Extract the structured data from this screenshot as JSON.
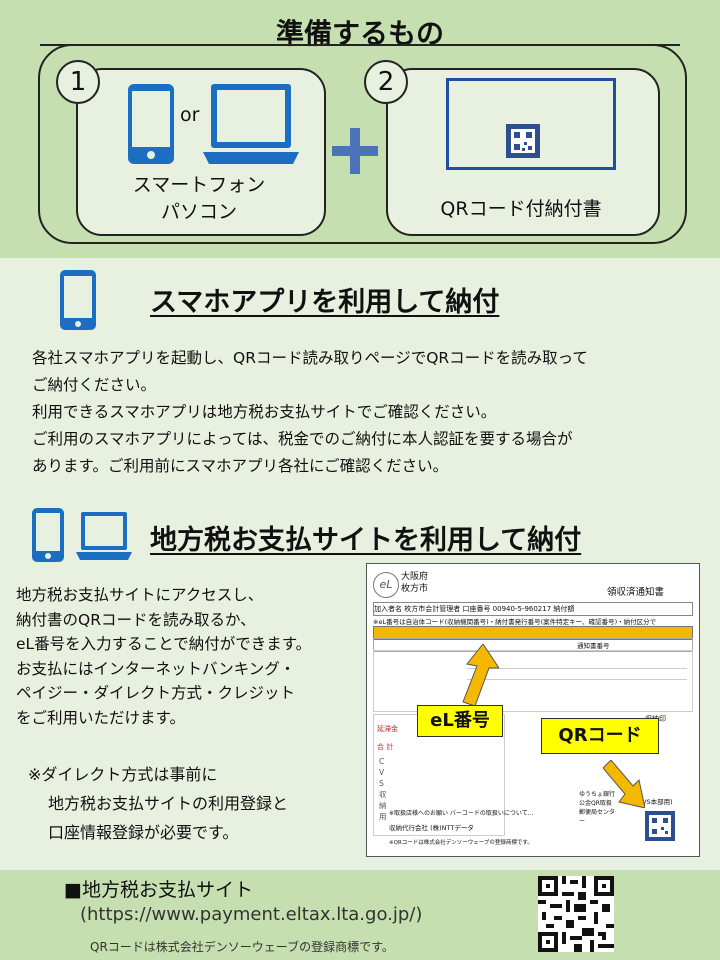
{
  "header": {
    "title": "準備するもの"
  },
  "prepare": {
    "item1": {
      "number": "1",
      "or": "or",
      "label_line1": "スマートフォン",
      "label_line2": "パソコン"
    },
    "item2": {
      "number": "2",
      "label": "QRコード付納付書"
    },
    "plus": "+"
  },
  "app_section": {
    "title": "スマホアプリを利用して納付",
    "lines": [
      "各社スマホアプリを起動し、QRコード読み取りページでQRコードを読み取って",
      "ご納付ください。",
      "利用できるスマホアプリは地方税お支払サイトでご確認ください。",
      "ご利用のスマホアプリによっては、税金でのご納付に本人認証を要する場合が",
      "あります。ご利用前にスマホアプリ各社にご確認ください。"
    ]
  },
  "site_section": {
    "title": "地方税お支払サイトを利用して納付",
    "lines": [
      "地方税お支払サイトにアクセスし、",
      "納付書のQRコードを読み取るか、",
      "eL番号を入力することで納付ができます。",
      "お支払にはインターネットバンキング・",
      "ペイジー・ダイレクト方式・クレジット",
      "をご利用いただけます。"
    ],
    "note_lines": [
      "※ダイレクト方式は事前に",
      "地方税お支払サイトの利用登録と",
      "口座情報登録が必要です。"
    ]
  },
  "notice": {
    "logo": "eL",
    "city_line1": "大阪府",
    "city_line2": "枚方市",
    "doc_title": "領収済通知書",
    "account_row": "加入者名 枚方市会計管理者 口座番号 00940-5-960217 納付額",
    "el_row": "※eL番号は自治体コード(収納機関番号)・納付書発行番号(案件特定キー、確認番号)・納付区分で",
    "notice_no": "通知書番号",
    "row_label_1": "延滞金",
    "row_label_2": "合 計",
    "side_text": "C V S 収 納 用",
    "cvs_label": "(CVS本部用)",
    "stamp_label": "収納印",
    "bank_label": "ゆうちょ銀行 公金QR取扱 郵便局センター",
    "fine_print": "※取扱店様へのお願い バーコードの取扱いについて...",
    "issuer": "収納代行会社 (株)NTTデータ",
    "footer": "※QRコードは株式会社デンソーウェーブの登録商標です。",
    "label_el": "eL番号",
    "label_qr": "QRコード"
  },
  "footer": {
    "site_name": "■地方税お支払サイト",
    "url": "(https://www.payment.eltax.lta.go.jp/)",
    "trademark": "QRコードは株式会社デンソーウェーブの登録商標です。"
  },
  "colors": {
    "green_band": "#c5dfb0",
    "background": "#e8f0e0",
    "device_blue": "#1b6ec2",
    "plus_blue": "#4a73b8",
    "highlight": "#ffff00",
    "arrow": "#f5b800"
  }
}
